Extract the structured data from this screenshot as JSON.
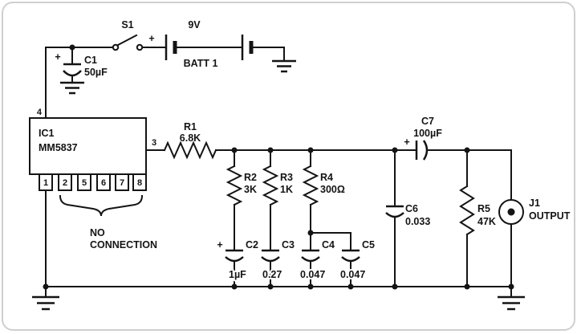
{
  "colors": {
    "ink": "#141414",
    "background": "#ffffff",
    "border": "#cfcfcf"
  },
  "components": {
    "s1": {
      "designator": "S1"
    },
    "batt1": {
      "voltage": "9V",
      "designator": "BATT 1",
      "polarity": "+"
    },
    "c1": {
      "designator": "C1",
      "value": "50µF",
      "polarity": "+"
    },
    "ic1": {
      "designator": "IC1",
      "part_number": "MM5837",
      "pin_top": "4",
      "pin_output": "3",
      "pins_bottom": [
        "1",
        "2",
        "5",
        "6",
        "7",
        "8"
      ],
      "note_line1": "NO",
      "note_line2": "CONNECTION"
    },
    "r1": {
      "designator": "R1",
      "value": "6.8K"
    },
    "r2": {
      "designator": "R2",
      "value": "3K"
    },
    "r3": {
      "designator": "R3",
      "value": "1K"
    },
    "r4": {
      "designator": "R4",
      "value": "300Ω"
    },
    "r5": {
      "designator": "R5",
      "value": "47K"
    },
    "c2": {
      "designator": "C2",
      "value": "1µF",
      "polarity": "+"
    },
    "c3": {
      "designator": "C3",
      "value": "0.27"
    },
    "c4": {
      "designator": "C4",
      "value": "0.047"
    },
    "c5": {
      "designator": "C5",
      "value": "0.047"
    },
    "c6": {
      "designator": "C6",
      "value": "0.033"
    },
    "c7": {
      "designator": "C7",
      "value": "100µF",
      "polarity": "+"
    },
    "j1": {
      "designator": "J1",
      "label": "OUTPUT"
    }
  }
}
